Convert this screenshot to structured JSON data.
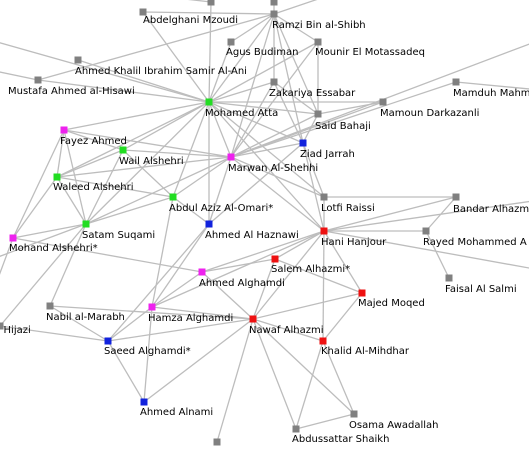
{
  "colors": {
    "edge": "#bdbdbd",
    "gray": "#808080",
    "green": "#22dd22",
    "magenta": "#ee22ee",
    "blue": "#1122dd",
    "red": "#ee1111"
  },
  "nodes": [
    {
      "id": "abdelghani",
      "label": "Abdelghani Mzoudi",
      "color": "gray"
    },
    {
      "id": "ramzi",
      "label": "Ramzi Bin al-Shibh",
      "color": "gray"
    },
    {
      "id": "agus",
      "label": "Agus Budiman",
      "color": "gray"
    },
    {
      "id": "mounir",
      "label": "Mounir El Motassadeq",
      "color": "gray"
    },
    {
      "id": "ahmedkhalil",
      "label": "Ahmed Khalil Ibrahim Samir Al-Ani",
      "color": "gray"
    },
    {
      "id": "mustafa",
      "label": "Mustafa Ahmed al-Hisawi",
      "color": "gray"
    },
    {
      "id": "zakariya",
      "label": "Zakariya Essabar",
      "color": "gray"
    },
    {
      "id": "mamdouh",
      "label": "Mamduh Mahm",
      "color": "gray"
    },
    {
      "id": "atta",
      "label": "Mohamed Atta",
      "color": "green"
    },
    {
      "id": "mamoun",
      "label": "Mamoun Darkazanli",
      "color": "gray"
    },
    {
      "id": "bahaji",
      "label": "Said Bahaji",
      "color": "gray"
    },
    {
      "id": "fayez",
      "label": "Fayez Ahmed",
      "color": "magenta"
    },
    {
      "id": "jarrah",
      "label": "Ziad Jarrah",
      "color": "blue"
    },
    {
      "id": "wail",
      "label": "Wail Alshehri",
      "color": "green"
    },
    {
      "id": "marwan",
      "label": "Marwan Al-Shehhi",
      "color": "magenta"
    },
    {
      "id": "waleed",
      "label": "Waleed Alshehri",
      "color": "green"
    },
    {
      "id": "omari",
      "label": "Abdul Aziz Al-Omari*",
      "color": "green"
    },
    {
      "id": "lotfi",
      "label": "Lotfi Raissi",
      "color": "gray"
    },
    {
      "id": "bandar",
      "label": "Bandar Alhazm",
      "color": "gray"
    },
    {
      "id": "satam",
      "label": "Satam Suqami",
      "color": "green"
    },
    {
      "id": "haznawi",
      "label": "Ahmed Al Haznawi",
      "color": "blue"
    },
    {
      "id": "hanjour",
      "label": "Hani Hanjour",
      "color": "red"
    },
    {
      "id": "rayed",
      "label": "Rayed Mohammed A",
      "color": "gray"
    },
    {
      "id": "mohand",
      "label": "Mohand Alshehri*",
      "color": "magenta"
    },
    {
      "id": "salem",
      "label": "Salem Alhazmi*",
      "color": "red"
    },
    {
      "id": "ahmedghamdi",
      "label": "Ahmed Alghamdi",
      "color": "magenta"
    },
    {
      "id": "faisal",
      "label": "Faisal Al Salmi",
      "color": "gray"
    },
    {
      "id": "majed",
      "label": "Majed Moqed",
      "color": "red"
    },
    {
      "id": "nabil",
      "label": "Nabil al-Marabh",
      "color": "gray"
    },
    {
      "id": "hamza",
      "label": "Hamza Alghamdi",
      "color": "magenta"
    },
    {
      "id": "hijazi",
      "label": "d Hijazi",
      "color": "gray"
    },
    {
      "id": "nawaf",
      "label": "Nawaf Alhazmi",
      "color": "red"
    },
    {
      "id": "saeed",
      "label": "Saeed Alghamdi*",
      "color": "blue"
    },
    {
      "id": "khalid",
      "label": "Khalid Al-Mihdhar",
      "color": "red"
    },
    {
      "id": "alnami",
      "label": "Ahmed Alnami",
      "color": "blue"
    },
    {
      "id": "osama",
      "label": "Osama Awadallah",
      "color": "gray"
    },
    {
      "id": "abdussattar",
      "label": "Abdussattar Shaikh",
      "color": "gray"
    },
    {
      "id": "top_a",
      "label": "",
      "color": "gray"
    },
    {
      "id": "top_b",
      "label": "",
      "color": "gray"
    },
    {
      "id": "bottom_a",
      "label": "",
      "color": "gray"
    }
  ],
  "edges": [
    [
      "atta",
      "marwan"
    ],
    [
      "atta",
      "jarrah"
    ],
    [
      "atta",
      "ramzi"
    ],
    [
      "atta",
      "agus"
    ],
    [
      "atta",
      "mounir"
    ],
    [
      "atta",
      "zakariya"
    ],
    [
      "atta",
      "bahaji"
    ],
    [
      "atta",
      "mustafa"
    ],
    [
      "atta",
      "ahmedkhalil"
    ],
    [
      "atta",
      "abdelghani"
    ],
    [
      "atta",
      "mamoun"
    ],
    [
      "atta",
      "wail"
    ],
    [
      "atta",
      "waleed"
    ],
    [
      "atta",
      "fayez"
    ],
    [
      "atta",
      "omari"
    ],
    [
      "atta",
      "satam"
    ],
    [
      "atta",
      "haznawi"
    ],
    [
      "atta",
      "hanjour"
    ],
    [
      "atta",
      "lotfi"
    ],
    [
      "atta",
      "top_a"
    ],
    [
      "marwan",
      "jarrah"
    ],
    [
      "marwan",
      "ramzi"
    ],
    [
      "marwan",
      "bahaji"
    ],
    [
      "marwan",
      "zakariya"
    ],
    [
      "marwan",
      "mounir"
    ],
    [
      "marwan",
      "mamoun"
    ],
    [
      "marwan",
      "fayez"
    ],
    [
      "marwan",
      "wail"
    ],
    [
      "marwan",
      "waleed"
    ],
    [
      "marwan",
      "omari"
    ],
    [
      "marwan",
      "satam"
    ],
    [
      "marwan",
      "lotfi"
    ],
    [
      "marwan",
      "hanjour"
    ],
    [
      "marwan",
      "haznawi"
    ],
    [
      "marwan",
      "mamdouh"
    ],
    [
      "jarrah",
      "ramzi"
    ],
    [
      "jarrah",
      "bahaji"
    ],
    [
      "jarrah",
      "zakariya"
    ],
    [
      "jarrah",
      "haznawi"
    ],
    [
      "jarrah",
      "hanjour"
    ],
    [
      "jarrah",
      "lotfi"
    ],
    [
      "ramzi",
      "bahaji"
    ],
    [
      "ramzi",
      "mounir"
    ],
    [
      "ramzi",
      "zakariya"
    ],
    [
      "ramzi",
      "agus"
    ],
    [
      "ramzi",
      "top_b"
    ],
    [
      "ramzi",
      "abdelghani"
    ],
    [
      "ramzi",
      "mustafa"
    ],
    [
      "bahaji",
      "zakariya"
    ],
    [
      "bahaji",
      "mounir"
    ],
    [
      "bahaji",
      "mamoun"
    ],
    [
      "fayez",
      "wail"
    ],
    [
      "fayez",
      "waleed"
    ],
    [
      "fayez",
      "satam"
    ],
    [
      "fayez",
      "mohand"
    ],
    [
      "wail",
      "waleed"
    ],
    [
      "wail",
      "satam"
    ],
    [
      "wail",
      "omari"
    ],
    [
      "waleed",
      "satam"
    ],
    [
      "waleed",
      "omari"
    ],
    [
      "waleed",
      "mohand"
    ],
    [
      "satam",
      "omari"
    ],
    [
      "satam",
      "mohand"
    ],
    [
      "satam",
      "nabil"
    ],
    [
      "satam",
      "hijazi"
    ],
    [
      "omari",
      "haznawi"
    ],
    [
      "omari",
      "hamza"
    ],
    [
      "haznawi",
      "saeed"
    ],
    [
      "haznawi",
      "hamza"
    ],
    [
      "hanjour",
      "lotfi"
    ],
    [
      "hanjour",
      "bandar"
    ],
    [
      "hanjour",
      "rayed"
    ],
    [
      "hanjour",
      "nawaf"
    ],
    [
      "hanjour",
      "salem"
    ],
    [
      "hanjour",
      "majed"
    ],
    [
      "hanjour",
      "khalid"
    ],
    [
      "hanjour",
      "ahmedghamdi"
    ],
    [
      "hanjour",
      "hamza"
    ],
    [
      "rayed",
      "bandar"
    ],
    [
      "rayed",
      "faisal"
    ],
    [
      "lotfi",
      "bandar"
    ],
    [
      "nawaf",
      "salem"
    ],
    [
      "nawaf",
      "majed"
    ],
    [
      "nawaf",
      "khalid"
    ],
    [
      "nawaf",
      "hamza"
    ],
    [
      "nawaf",
      "saeed"
    ],
    [
      "nawaf",
      "alnami"
    ],
    [
      "nawaf",
      "osama"
    ],
    [
      "nawaf",
      "abdussattar"
    ],
    [
      "nawaf",
      "nabil"
    ],
    [
      "nawaf",
      "ahmedghamdi"
    ],
    [
      "khalid",
      "osama"
    ],
    [
      "khalid",
      "abdussattar"
    ],
    [
      "khalid",
      "majed"
    ],
    [
      "osama",
      "abdussattar"
    ],
    [
      "salem",
      "ahmedghamdi"
    ],
    [
      "salem",
      "majed"
    ],
    [
      "hamza",
      "ahmedghamdi"
    ],
    [
      "hamza",
      "saeed"
    ],
    [
      "hamza",
      "alnami"
    ],
    [
      "saeed",
      "alnami"
    ],
    [
      "saeed",
      "nabil"
    ],
    [
      "saeed",
      "hijazi"
    ],
    [
      "ahmedghamdi",
      "mohand"
    ],
    [
      "nawaf",
      "bottom_a"
    ]
  ]
}
